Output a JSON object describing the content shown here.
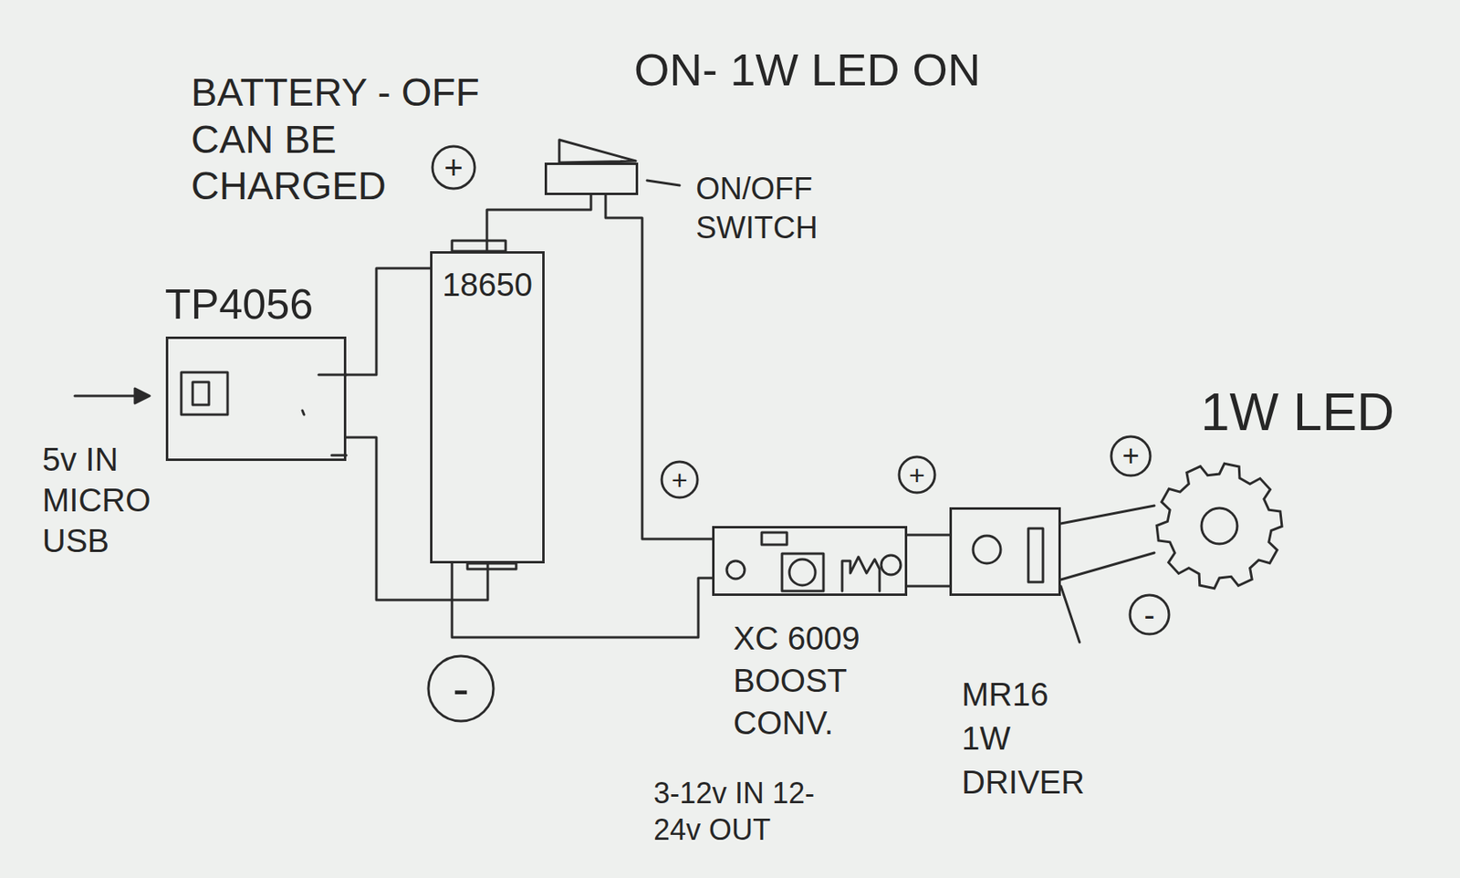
{
  "diagram": {
    "nodes": [
      {
        "text": [
          "TP4056"
        ]
      },
      {
        "text": [
          "18650"
        ]
      },
      {
        "text": [
          "ON/OFF SWITCH"
        ]
      },
      {
        "text": [
          "XC 6009 BOOST CONV.",
          "3-12v IN 12-24v OUT"
        ]
      },
      {
        "text": [
          "MR16 1W DRIVER"
        ]
      },
      {
        "text": [
          "1W LED"
        ]
      }
    ],
    "edges": [
      {
        "from": 0,
        "to": 1,
        "arrow": "none"
      },
      {
        "from": 0,
        "to": 1,
        "arrow": "none"
      },
      {
        "from": 1,
        "to": 2,
        "arrow": "none"
      },
      {
        "from": 2,
        "to": 3,
        "arrow": "none"
      },
      {
        "from": 1,
        "to": 3,
        "arrow": "none"
      },
      {
        "from": 3,
        "to": 4,
        "arrow": "none"
      },
      {
        "from": 3,
        "to": 4,
        "arrow": "none"
      },
      {
        "from": 4,
        "to": 5,
        "arrow": "none"
      },
      {
        "from": 4,
        "to": 5,
        "arrow": "none"
      }
    ],
    "labels": [
      "BATTERY - OFF CAN BE CHARGED",
      "ON- 1W LED ON",
      "+",
      "5v IN MICRO USB",
      "+",
      "+",
      "+",
      "-",
      "-"
    ]
  }
}
